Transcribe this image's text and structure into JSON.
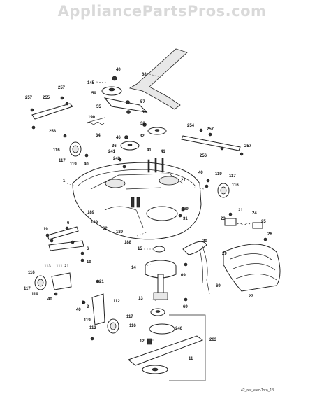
{
  "watermark": "AppliancePartsPros.com",
  "caption": "42_rev_elec-Toro_13",
  "labels": {
    "l68": "68",
    "l40a": "40",
    "l145": "145",
    "l59": "59",
    "l57": "57",
    "l55": "55",
    "l56": "56",
    "l257a": "257",
    "l255": "255",
    "l257b": "257",
    "l258": "258",
    "l190": "190",
    "l34": "34",
    "l33": "33",
    "l46": "46",
    "l32": "32",
    "l36": "36",
    "l241": "241",
    "l242": "242",
    "l41a": "41",
    "l41b": "41",
    "l254": "254",
    "l257c": "257",
    "l257d": "257",
    "l256": "256",
    "l116a": "116",
    "l117a": "117",
    "l119a": "119",
    "l40b": "40",
    "l1": "1",
    "l21a": "21",
    "l40c": "40",
    "l119b": "119",
    "l117b": "117",
    "l116b": "116",
    "l189a": "189",
    "l189b": "189",
    "l62": "62",
    "l189c": "189",
    "l188": "188",
    "l69a": "69",
    "l31": "31",
    "l21b": "21",
    "l23": "23",
    "l24": "24",
    "l25": "25",
    "l26": "26",
    "l19a": "19",
    "l6a": "6",
    "l6b": "6",
    "l19b": "19",
    "l15": "15",
    "l20": "20",
    "l29": "29",
    "l14": "14",
    "l69b": "69",
    "l113a": "113",
    "l111": "111",
    "l21c": "21",
    "l116c": "116",
    "l117c": "117",
    "l119c": "119",
    "l40d": "40",
    "l69c": "69",
    "l69d": "69",
    "l27": "27",
    "l21d": "21",
    "l13": "13",
    "l2": "2",
    "l112": "112",
    "l3": "3",
    "l40e": "40",
    "l246": "246",
    "l117d": "117",
    "l119d": "119",
    "l113b": "113",
    "l116d": "116",
    "l263": "263",
    "l12": "12",
    "l11": "11"
  }
}
